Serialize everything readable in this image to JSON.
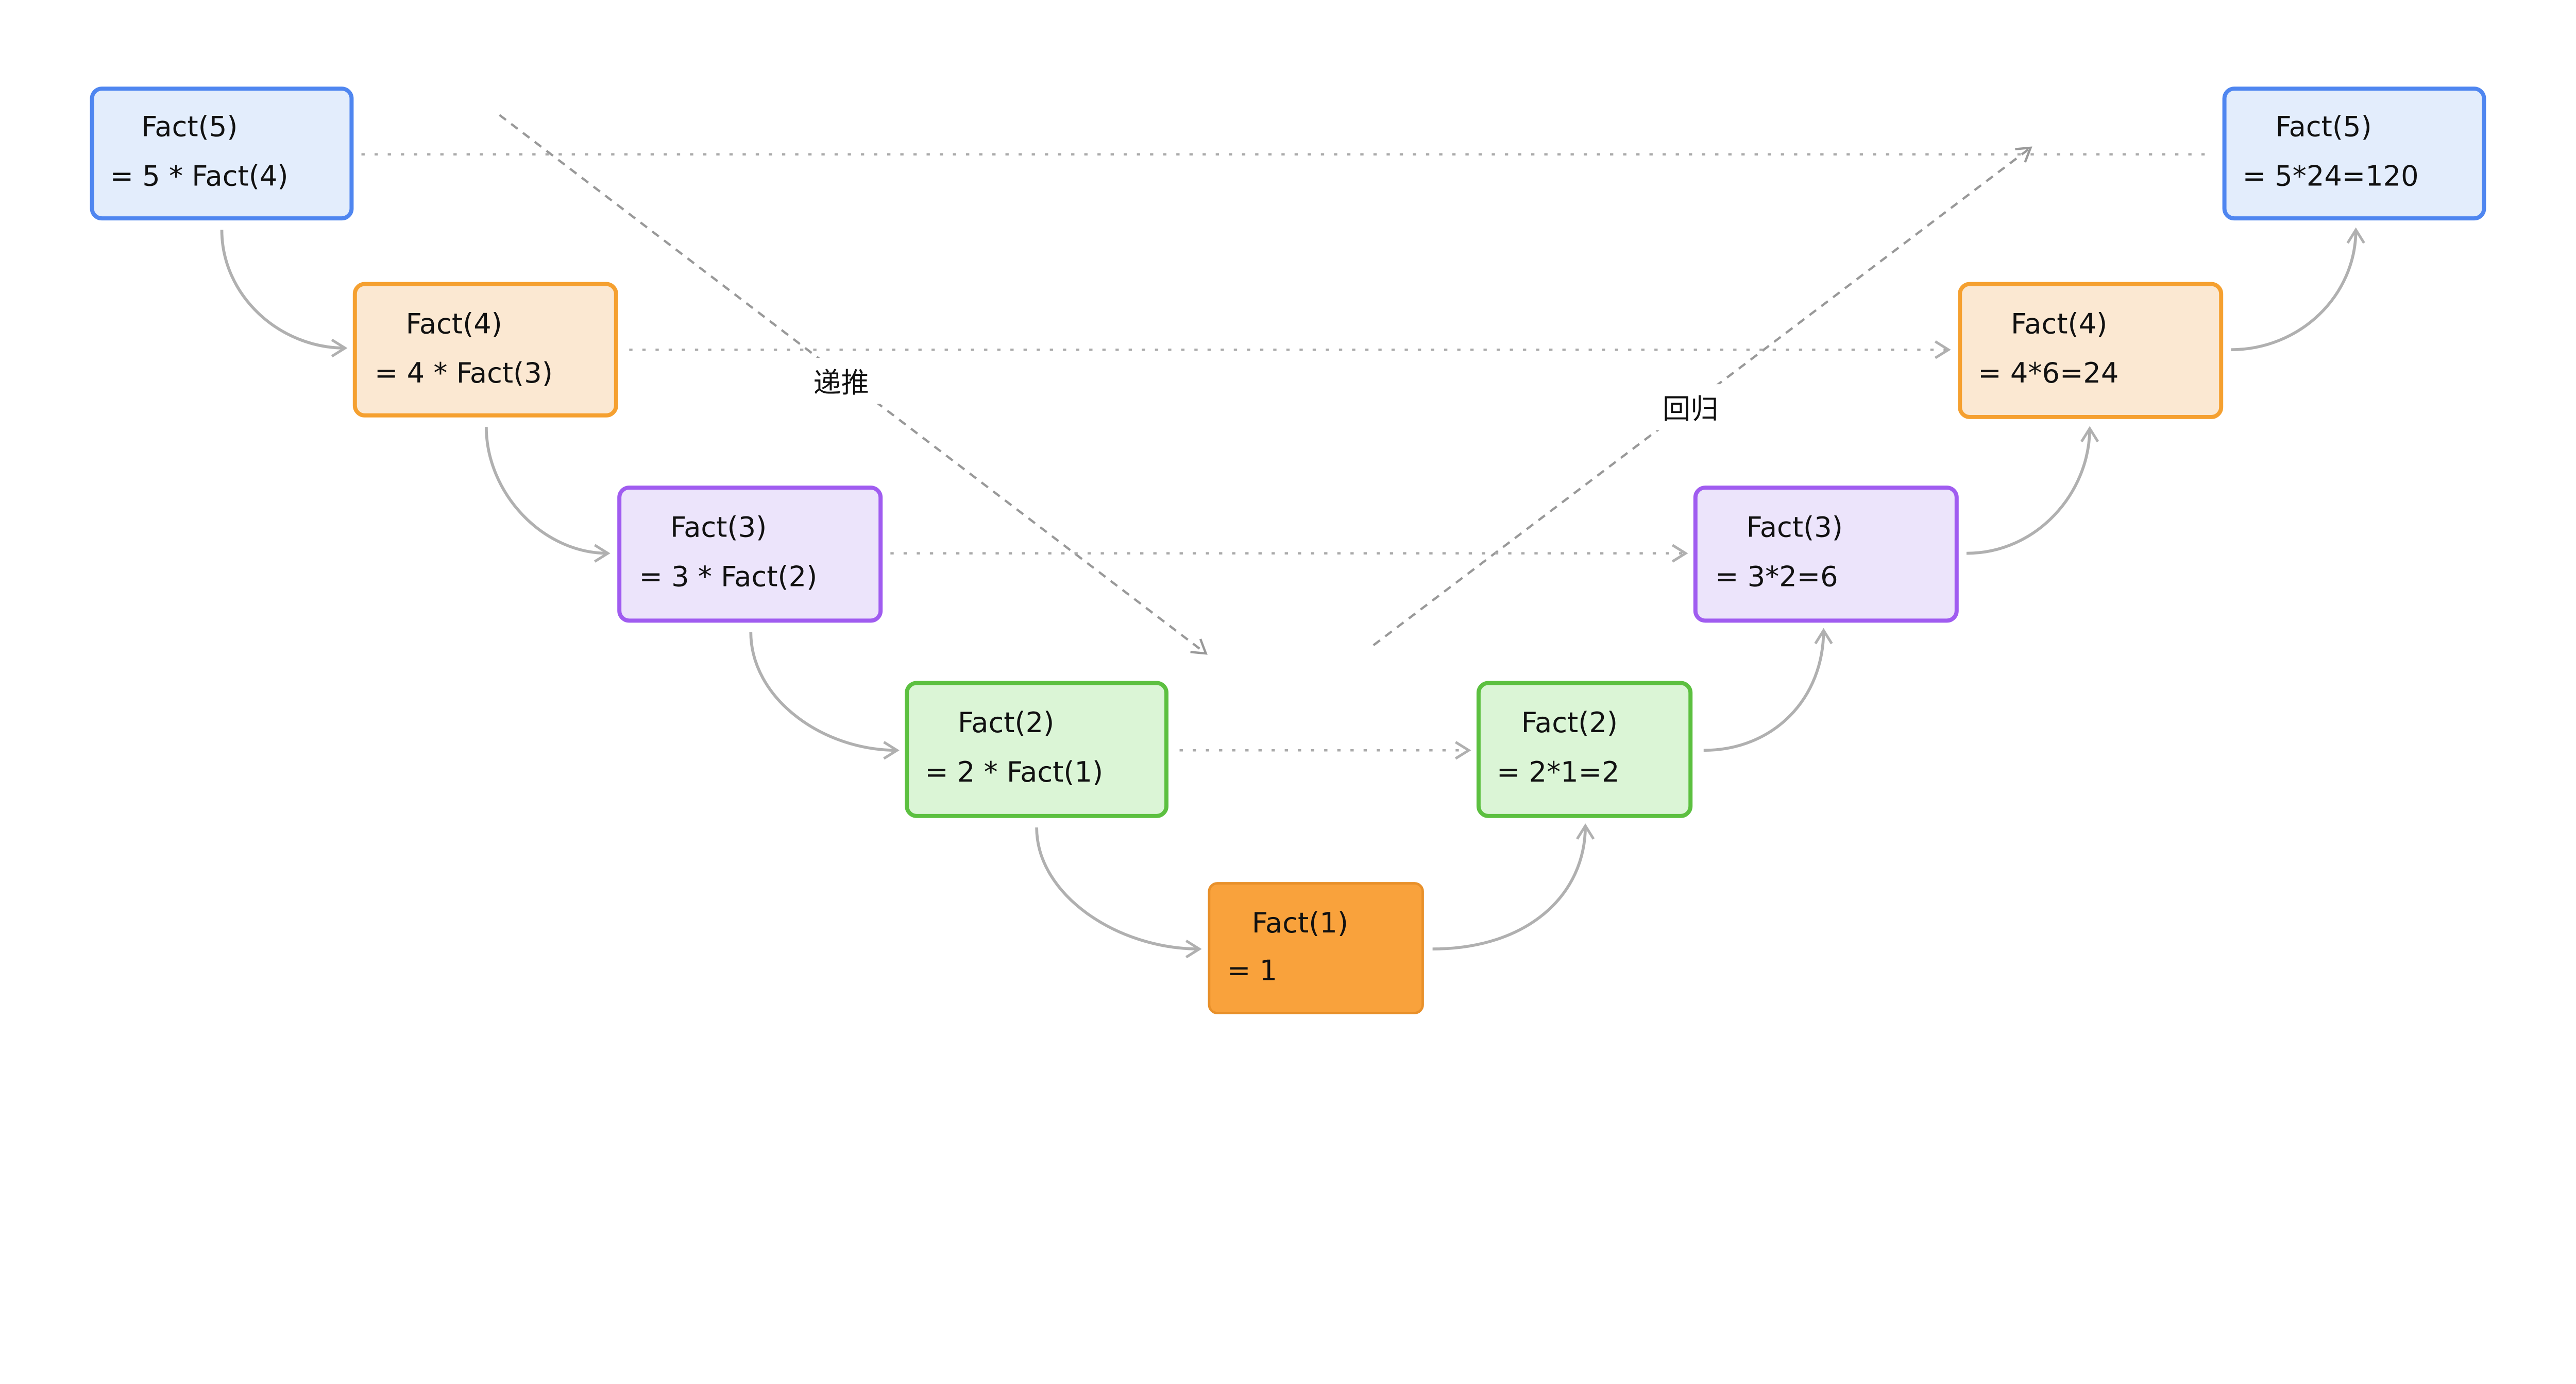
{
  "colors": {
    "blue": {
      "border": "#4f86f0",
      "fill": "#e3edfc"
    },
    "orange_light": {
      "border": "#f5a030",
      "fill": "#fbe8d2"
    },
    "purple": {
      "border": "#a05cf0",
      "fill": "#ece4fb"
    },
    "green": {
      "border": "#5cc040",
      "fill": "#dbf5d6"
    },
    "orange_solid": {
      "border": "#e8902a",
      "fill": "#f9a23c"
    },
    "connector": "#b0b0b0",
    "guide": "#999999"
  },
  "descent": [
    {
      "title": "Fact(5)",
      "expr": "= 5 * Fact(4)"
    },
    {
      "title": "Fact(4)",
      "expr": "= 4 * Fact(3)"
    },
    {
      "title": "Fact(3)",
      "expr": "= 3 * Fact(2)"
    },
    {
      "title": "Fact(2)",
      "expr": "= 2 * Fact(1)"
    }
  ],
  "base": {
    "title": "Fact(1)",
    "expr": "= 1"
  },
  "ascent": [
    {
      "title": "Fact(2)",
      "expr": "= 2*1=2"
    },
    {
      "title": "Fact(3)",
      "expr": "= 3*2=6"
    },
    {
      "title": "Fact(4)",
      "expr": "= 4*6=24"
    },
    {
      "title": "Fact(5)",
      "expr": "= 5*24=120"
    }
  ],
  "labels": {
    "recursion": "递推",
    "return": "回归"
  }
}
